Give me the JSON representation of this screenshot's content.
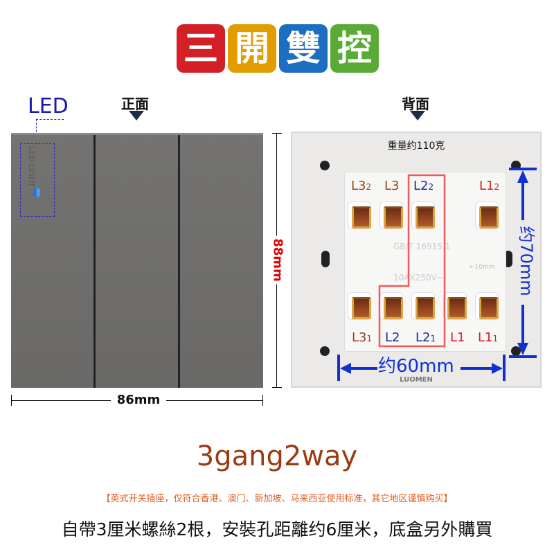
{
  "title_chars": [
    "三",
    "開",
    "雙",
    "控"
  ],
  "title_colors": [
    "#d32027",
    "#e39c00",
    "#1c6fc0",
    "#5aab35"
  ],
  "led_label": "LED",
  "led_light_text": "LED LIGHT",
  "front_label": "正面",
  "back_label": "背面",
  "weight_text": "重量约110克",
  "terminals_top": [
    {
      "main": "L3",
      "sub": "2",
      "color": "#a0401a"
    },
    {
      "main": "L3",
      "sub": "",
      "color": "#a0401a"
    },
    {
      "main": "L2",
      "sub": "2",
      "color": "#1a2a9a"
    },
    {
      "main": "L1",
      "sub": "2",
      "color": "#e01a1a"
    }
  ],
  "terminals_bottom": [
    {
      "main": "L3",
      "sub": "1",
      "color": "#a0401a"
    },
    {
      "main": "L2",
      "sub": "",
      "color": "#1a2a9a"
    },
    {
      "main": "L2",
      "sub": "1",
      "color": "#1a2a9a"
    },
    {
      "main": "L1",
      "sub": "",
      "color": "#e01a1a"
    },
    {
      "main": "L1",
      "sub": "1",
      "color": "#e01a1a"
    }
  ],
  "module_marks": {
    "standard": "GB/T 16915.1",
    "rating": "10AX250V~",
    "spacing": "←10mm",
    "brand": "LUOMEN"
  },
  "dims": {
    "height": "88mm",
    "width": "86mm",
    "inner_width": "约60mm",
    "inner_height": "约70mm"
  },
  "product_name": "3gang2way",
  "notice": "【英式开关插座，仅符合香港、澳门、新加坡、马来西亚使用标准，其它地区谨慎购买】",
  "footer": "自帶3厘米螺絲2根，安裝孔距離约6厘米，底盒另外購買"
}
